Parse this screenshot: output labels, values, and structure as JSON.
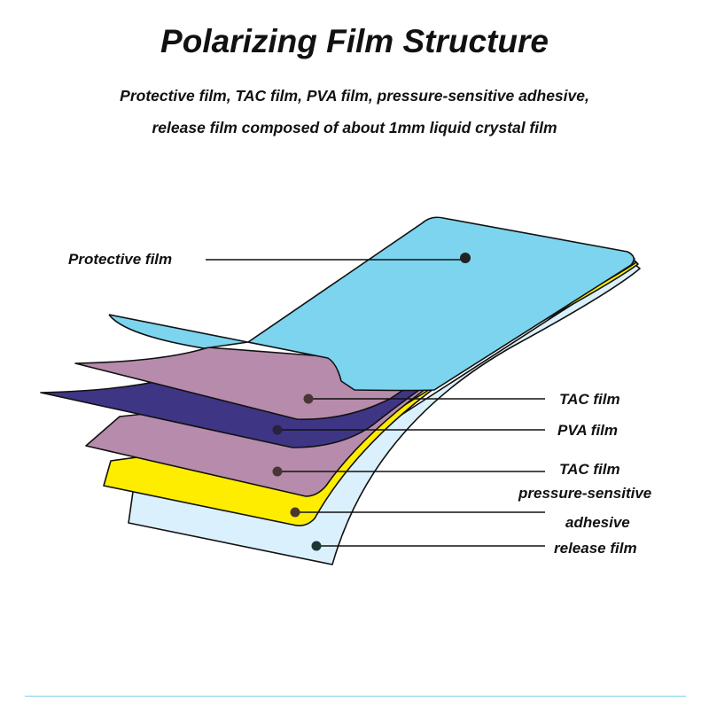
{
  "title": "Polarizing Film Structure",
  "subtitle_lines": [
    "Protective film, TAC film, PVA film, pressure-sensitive adhesive,",
    "release film composed of about 1mm liquid crystal film"
  ],
  "layers": [
    {
      "label": "Protective film",
      "color": "#7dd4ee"
    },
    {
      "label": "TAC film",
      "color": "#b68bab"
    },
    {
      "label": "PVA film",
      "color": "#3f3585"
    },
    {
      "label": "TAC film",
      "color": "#b68bab"
    },
    {
      "label": "pressure-sensitive",
      "label2": "adhesive",
      "color": "#ffed00"
    },
    {
      "label": "release film",
      "color": "#daf0fc"
    }
  ]
}
